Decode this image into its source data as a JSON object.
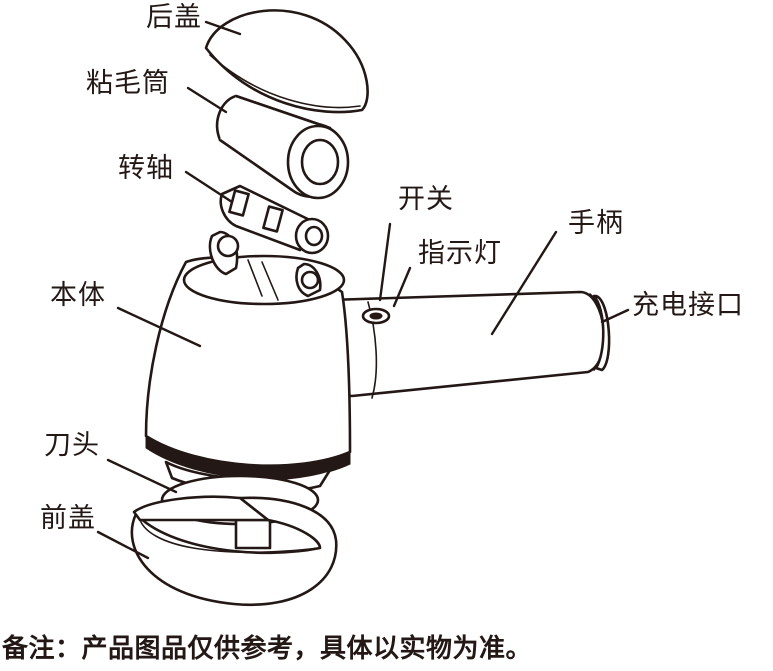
{
  "labels": {
    "rear_cover": "后盖",
    "lint_roller": "粘毛筒",
    "shaft": "转轴",
    "switch": "开关",
    "handle": "手柄",
    "indicator": "指示灯",
    "charging_port": "充电接口",
    "main_body": "本体",
    "blade_head": "刀头",
    "front_cover": "前盖"
  },
  "footnote": "备注：产品图品仅供参考，具体以实物为准。",
  "colors": {
    "ink": "#231815",
    "background": "#ffffff"
  }
}
